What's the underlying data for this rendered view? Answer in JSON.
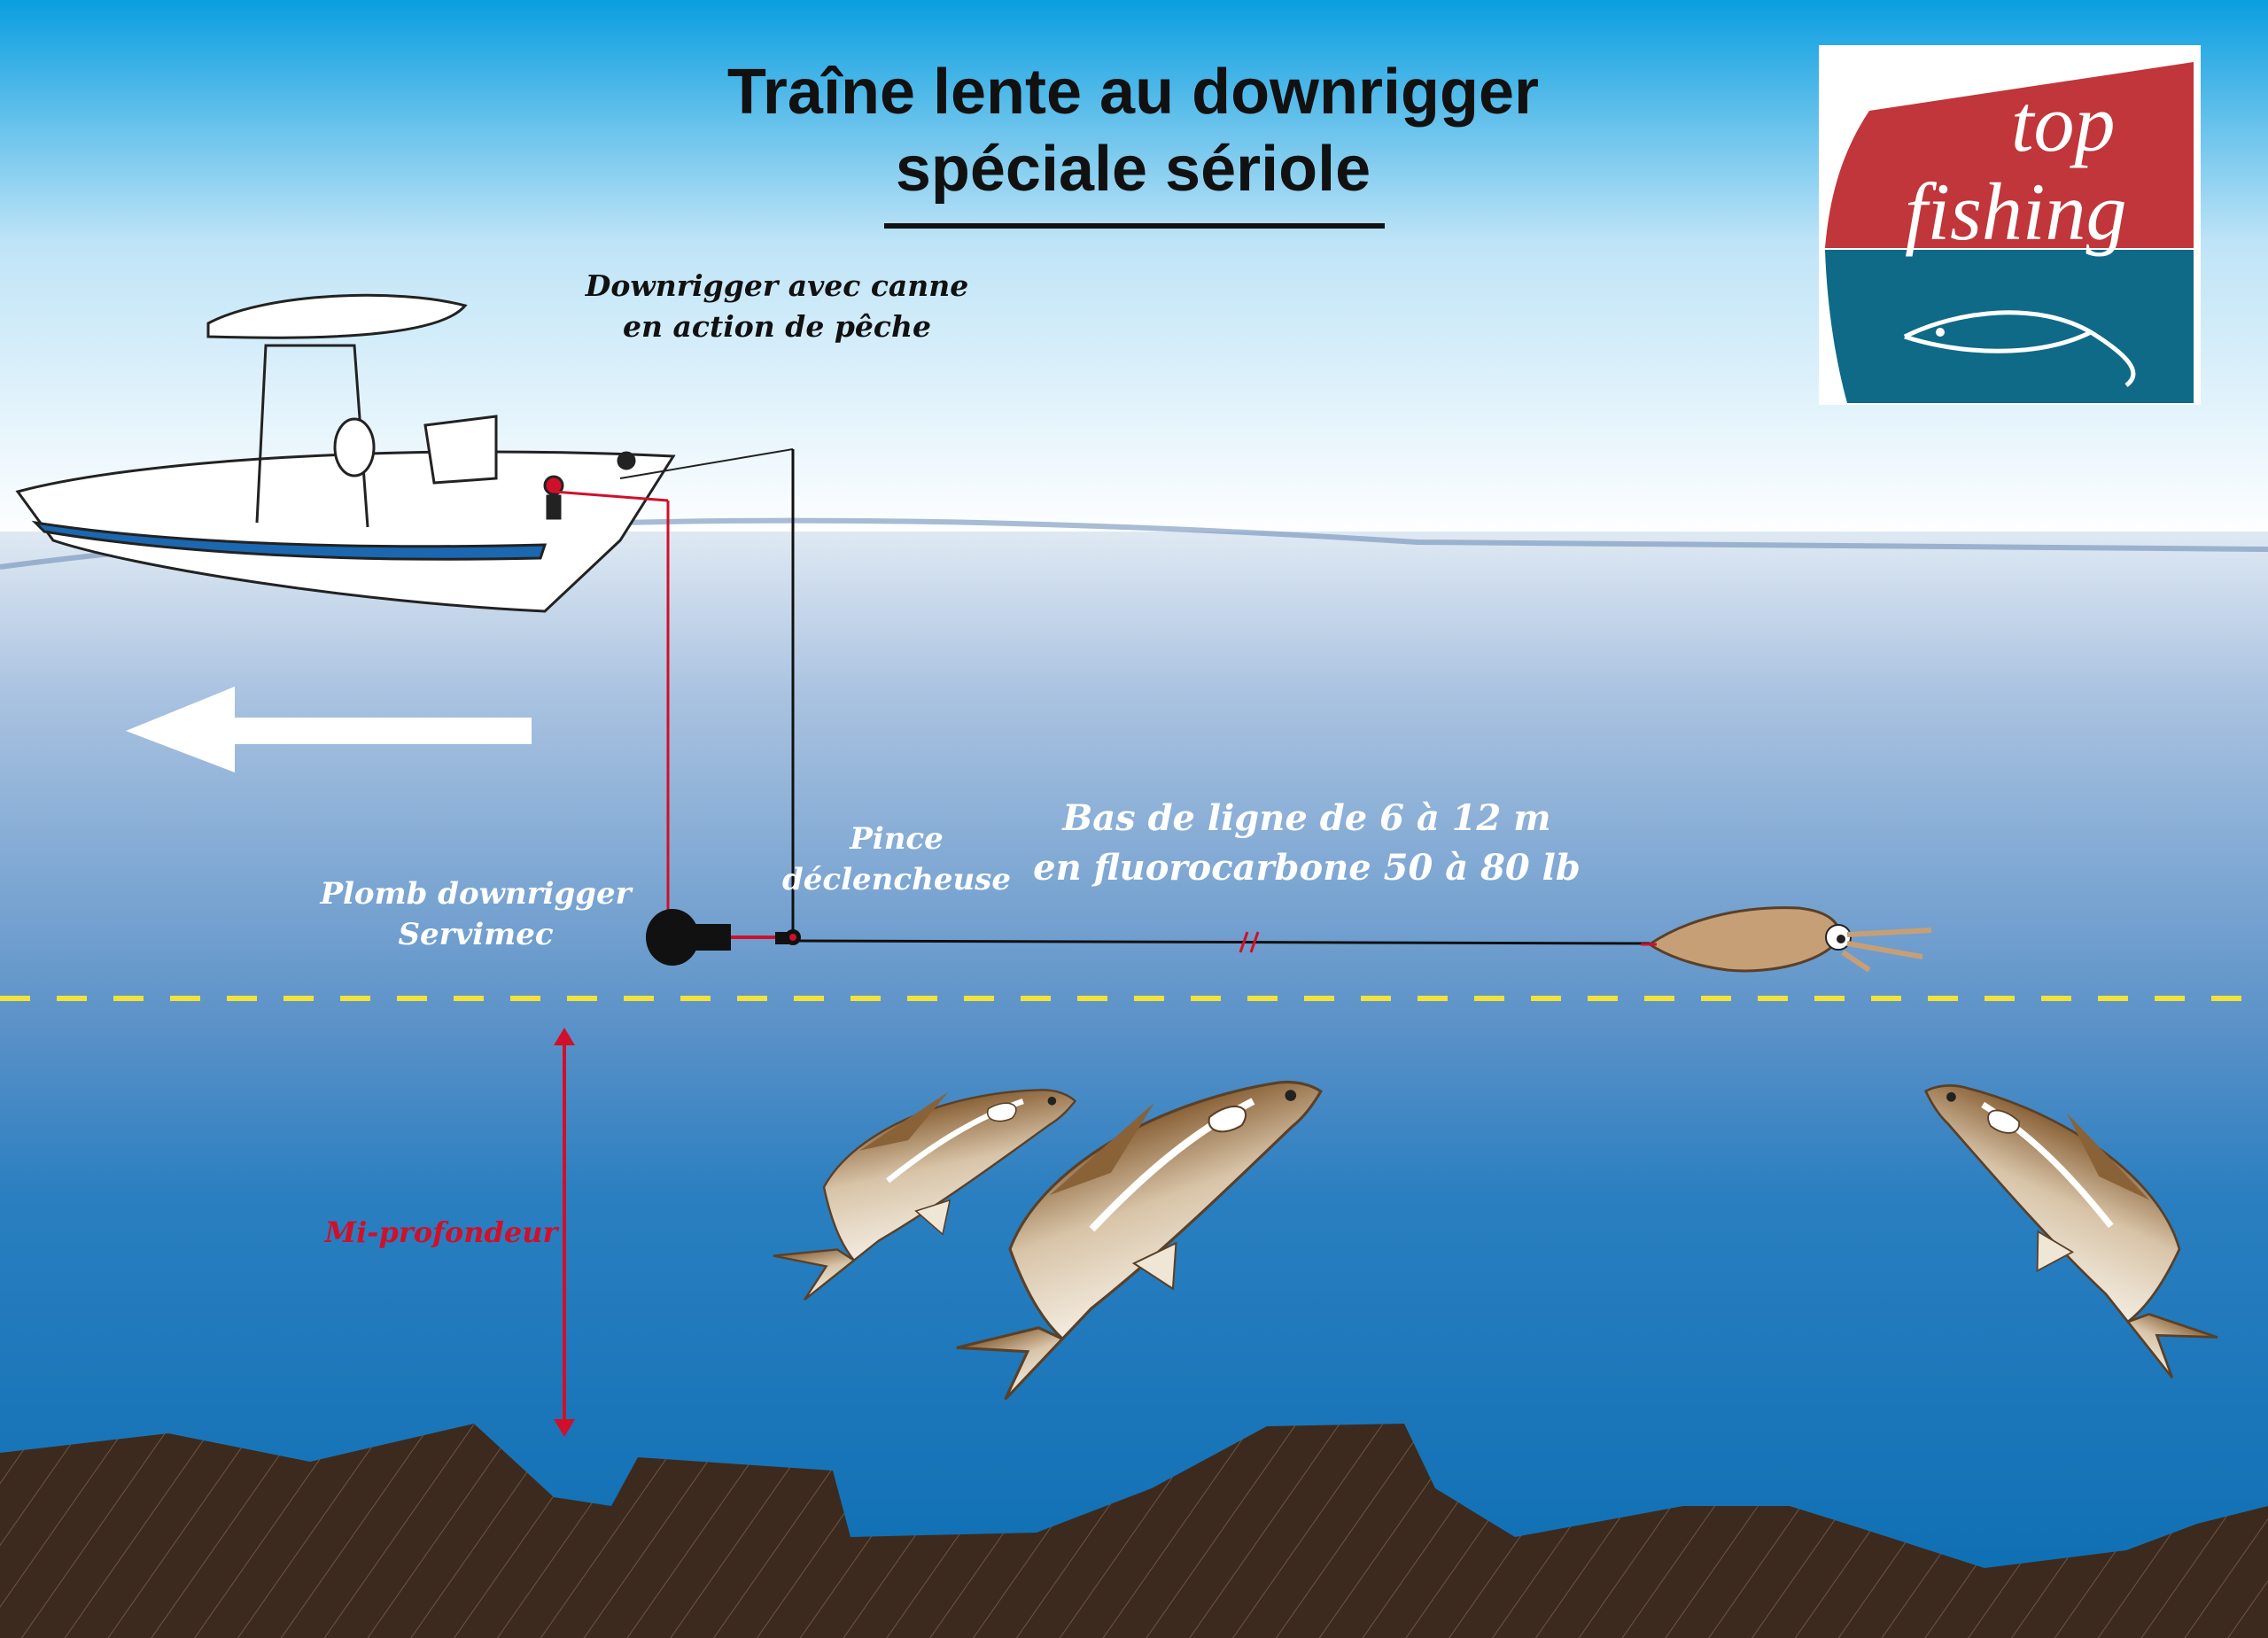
{
  "title": {
    "line1": "Traîne lente au downrigger",
    "line2": "spéciale sériole"
  },
  "logo": {
    "word1": "top",
    "word2": "fishing",
    "colors": {
      "top": "#c0363a",
      "bottom": "#0e6a87"
    }
  },
  "labels": {
    "downrigger": [
      "Downrigger avec canne",
      "en action de pêche"
    ],
    "weight": [
      "Plomb downrigger",
      "Servimec"
    ],
    "release_clip": [
      "Pince",
      "déclencheuse"
    ],
    "leader": [
      "Bas de ligne de 6 à 12 m",
      "en fluorocarbone 50 à 80 lb"
    ],
    "depth": "Mi-profondeur"
  },
  "colors": {
    "sky_top": "#0a9ee0",
    "water_deep": "#0b6db2",
    "seabed": "#3d2a1e",
    "depth_line": "#f2e23a",
    "downrigger_line": "#d0102a"
  },
  "icons": {
    "direction": "arrow-left-icon",
    "boat": "boat-icon",
    "lure": "squid-lure-icon",
    "fish": "amberjack-fish-icon"
  }
}
